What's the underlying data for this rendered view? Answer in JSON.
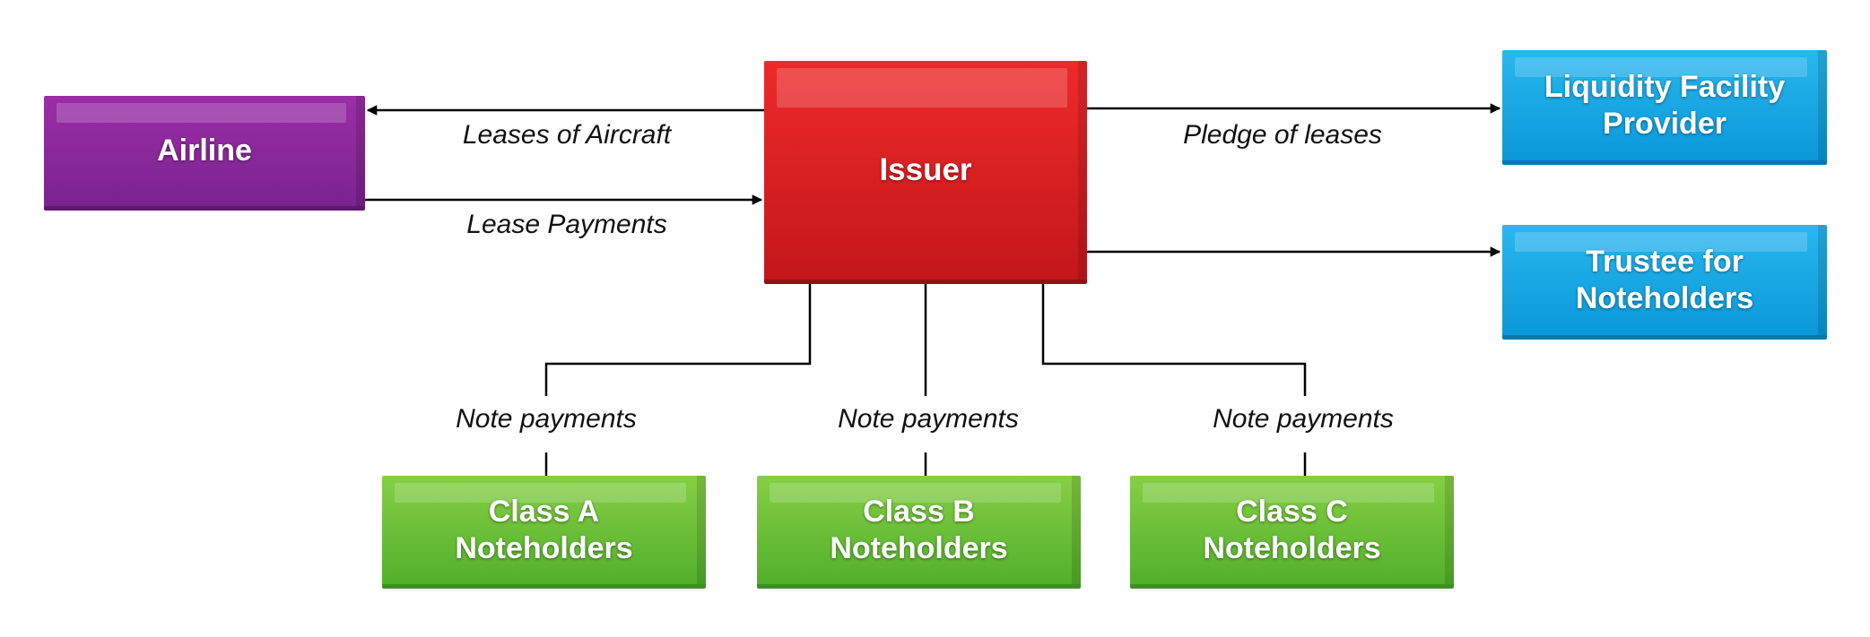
{
  "nodes": {
    "airline": {
      "label": "Airline",
      "color": "#8b2a9e"
    },
    "issuer": {
      "label": "Issuer",
      "color": "#e02224"
    },
    "liquidity": {
      "label": "Liquidity Facility\nProvider",
      "color": "#1aa9e6"
    },
    "trustee": {
      "label": "Trustee for\nNoteholders",
      "color": "#1aa9e6"
    },
    "class_a": {
      "label": "Class A\nNoteholders",
      "color": "#6cbf3a"
    },
    "class_b": {
      "label": "Class B\nNoteholders",
      "color": "#6cbf3a"
    },
    "class_c": {
      "label": "Class C\nNoteholders",
      "color": "#6cbf3a"
    }
  },
  "edges": {
    "leases_of_aircraft": {
      "label": "Leases of Aircraft",
      "from": "issuer",
      "to": "airline"
    },
    "lease_payments": {
      "label": "Lease Payments",
      "from": "airline",
      "to": "issuer"
    },
    "pledge_of_leases": {
      "label": "Pledge of leases",
      "from": "issuer",
      "to": "liquidity"
    },
    "issuer_to_trustee": {
      "label": "",
      "from": "issuer",
      "to": "trustee"
    },
    "note_payments_a": {
      "label": "Note payments",
      "from": "issuer",
      "to": "class_a"
    },
    "note_payments_b": {
      "label": "Note payments",
      "from": "issuer",
      "to": "class_b"
    },
    "note_payments_c": {
      "label": "Note payments",
      "from": "issuer",
      "to": "class_c"
    }
  }
}
